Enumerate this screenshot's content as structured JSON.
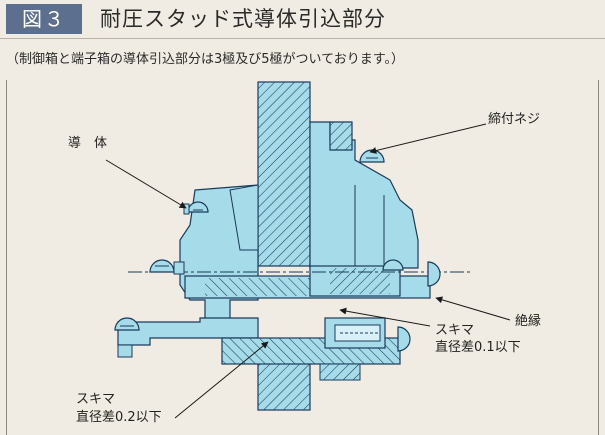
{
  "figure": {
    "number": "図３",
    "title": "耐圧スタッド式導体引込部分",
    "caption": "（制御箱と端子箱の導体引込部分は3極及び5極がついております。）"
  },
  "labels": {
    "conductor": "導　体",
    "clamp_screw": "締付ネジ",
    "insulation": "絶縁",
    "gap1_line1": "スキマ",
    "gap1_line2": "直径差0.1以下",
    "gap2_line1": "スキマ",
    "gap2_line2": "直径差0.2以下"
  },
  "colors": {
    "part_fill": "#a6dcea",
    "outline": "#1a3a5a",
    "badge": "#5d6f8f"
  }
}
